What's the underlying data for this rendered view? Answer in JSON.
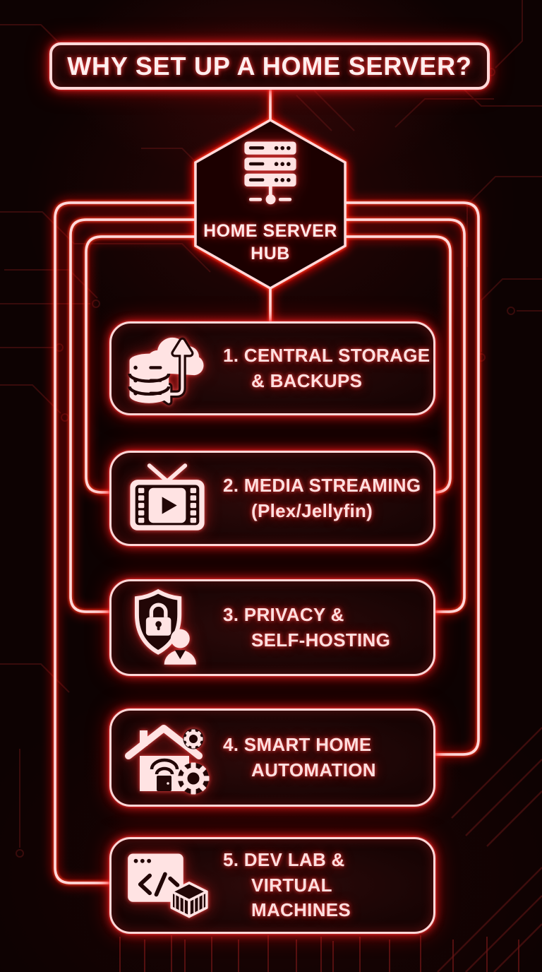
{
  "theme": {
    "background": "#0d0202",
    "neon_core": "#ffd9d9",
    "glow_red": "#ff2222",
    "panel_fill": "#1d0606",
    "text_color": "#ffe9e9",
    "trace_color": "#5c1414"
  },
  "title": {
    "text": "WHY SET UP A HOME SERVER?"
  },
  "hub": {
    "icon": "server-rack-icon",
    "label_line1": "HOME SERVER",
    "label_line2": "HUB"
  },
  "benefits": [
    {
      "icon": "cloud-backup-database-icon",
      "line1": "1. CENTRAL STORAGE",
      "line2": "& BACKUPS"
    },
    {
      "icon": "tv-media-streaming-icon",
      "line1": "2. MEDIA STREAMING",
      "line2": "(Plex/Jellyfin)"
    },
    {
      "icon": "shield-lock-user-icon",
      "line1": "3. PRIVACY &",
      "line2": "SELF-HOSTING"
    },
    {
      "icon": "smart-home-gears-icon",
      "line1": "4. SMART HOME",
      "line2": "AUTOMATION"
    },
    {
      "icon": "code-window-container-icon",
      "line1": "5. DEV LAB &",
      "line2": "VIRTUAL MACHINES"
    }
  ]
}
